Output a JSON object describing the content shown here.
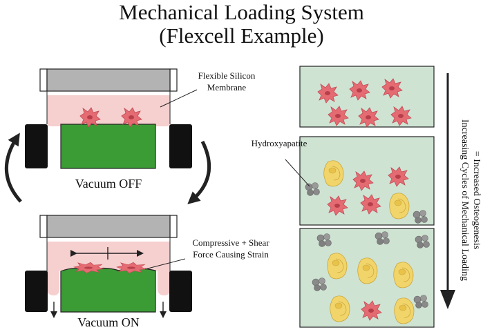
{
  "title": {
    "line1": "Mechanical Loading System",
    "line2": "(Flexcell Example)"
  },
  "labels": {
    "membrane_line1": "Flexible Silicon",
    "membrane_line2": "Membrane",
    "vacuum_off": "Vacuum OFF",
    "vacuum_on": "Vacuum ON",
    "force_line1": "Compressive + Shear",
    "force_line2": "Force Causing Strain",
    "hydroxyapatite": "Hydroxyapatite",
    "side_line1": "Increasing Cycles of Mechanical Loading",
    "side_line2": "= Increased Osteogenesis"
  },
  "colors": {
    "membrane": "#f6cfcf",
    "lid": "#b3b3b3",
    "post": "#3b9b35",
    "cell_red": "#e56b73",
    "cell_yellow": "#f1d46a",
    "panel_bg": "#cfe3d3",
    "hydroxyapatite": "#8a8a8a"
  },
  "icons": [
    "rotate-arrow-icon",
    "down-arrow-icon",
    "double-arrow-icon"
  ]
}
